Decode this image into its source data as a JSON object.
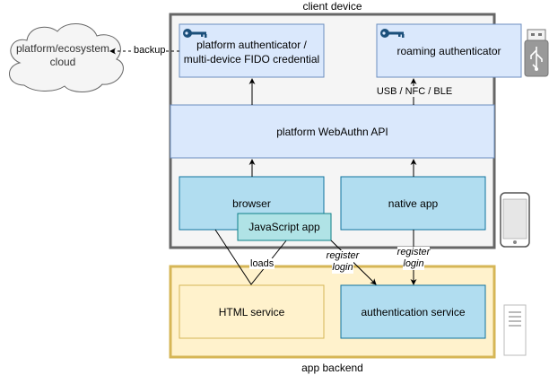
{
  "labels": {
    "client_device": "client device",
    "app_backend": "app backend",
    "cloud": [
      "platform/ecosystem",
      "cloud"
    ],
    "backup": "backup",
    "platform_authenticator": [
      "platform authenticator /",
      "multi-device FIDO credential"
    ],
    "roaming_authenticator": "roaming authenticator",
    "usb_nfc_ble": "USB / NFC / BLE",
    "webauthn_api": "platform WebAuthn API",
    "browser": "browser",
    "javascript_app": "JavaScript app",
    "native_app": "native app",
    "loads": "loads",
    "register_login_left": [
      "register",
      "login"
    ],
    "register_login_right": [
      "register",
      "login"
    ],
    "html_service": "HTML service",
    "authentication_service": "authentication service"
  },
  "colors": {
    "device_bg": "#f5f5f5",
    "device_border": "#666666",
    "blue_fill": "#dae8fc",
    "blue_border": "#6c8ebf",
    "cyan_fill": "#b1ddf0",
    "cyan_border": "#10739e",
    "teal_fill": "#b0e3e6",
    "teal_border": "#0e8088",
    "yellow_fill": "#fff2cc",
    "yellow_border": "#d6b656",
    "key_color": "#1b4f7a"
  },
  "icons": [
    "key-icon",
    "usb-stick-icon",
    "smartphone-icon",
    "server-icon",
    "cloud-shape"
  ]
}
